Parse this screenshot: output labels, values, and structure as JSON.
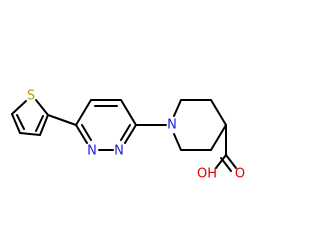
{
  "molecule": {
    "atoms": {
      "sulfur": "S",
      "pyridazine_n1": "N",
      "pyridazine_n2": "N",
      "piperidine_n": "N",
      "carbonyl_o": "O",
      "hydroxyl": "OH"
    },
    "colors": {
      "bond": "#000000",
      "sulfur": "#b3a100",
      "nitrogen": "#2020e0",
      "oxygen": "#e00000"
    }
  }
}
